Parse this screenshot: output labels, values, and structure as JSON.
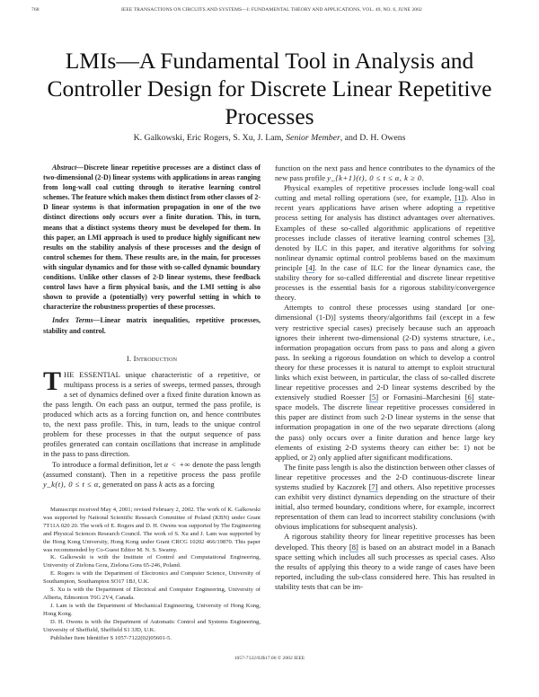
{
  "header": {
    "page_number": "768",
    "journal": "IEEE TRANSACTIONS ON CIRCUITS AND SYSTEMS—I: FUNDAMENTAL THEORY AND APPLICATIONS, VOL. 49, NO. 6, JUNE 2002"
  },
  "paper": {
    "title": "LMIs—A Fundamental Tool in Analysis and Controller Design for Discrete Linear Repetitive Processes",
    "authors_pre": "K. Galkowski, Eric Rogers, S. Xu, J. Lam, ",
    "authors_role": "Senior Member",
    "authors_post": ", and D. H. Owens"
  },
  "abstract": {
    "label": "Abstract—",
    "text": "Discrete linear repetitive processes are a distinct class of two-dimensional (2-D) linear systems with applications in areas ranging from long-wall coal cutting through to iterative learning control schemes. The feature which makes them distinct from other classes of 2-D linear systems is that information propagation in one of the two distinct directions only occurs over a finite duration. This, in turn, means that a distinct systems theory must be developed for them. In this paper, an LMI approach is used to produce highly significant new results on the stability analysis of these processes and the design of control schemes for them. These results are, in the main, for processes with singular dynamics and for those with so-called dynamic boundary conditions. Unlike other classes of 2-D linear systems, these feedback control laws have a firm physical basis, and the LMI setting is also shown to provide a (potentially) very powerful setting in which to characterize the robustness properties of these processes."
  },
  "index_terms": {
    "label": "Index Terms—",
    "text": "Linear matrix inequalities, repetitive processes, stability and control."
  },
  "section1": {
    "number": "I. ",
    "title": "Introduction",
    "dropcap": "T",
    "p1": "HE ESSENTIAL unique characteristic of a repetitive, or multipass process is a series of sweeps, termed passes, through a set of dynamics defined over a fixed finite duration known as the pass length. On each pass an output, termed the pass profile, is produced which acts as a forcing function on, and hence contributes to, the next pass profile. This, in turn, leads to the unique control problem for these processes in that the output sequence of pass profiles generated can contain oscillations that increase in amplitude in the pass to pass direction.",
    "p2a": "To introduce a formal definition, let ",
    "p2_math1": "α < +∞",
    "p2b": " denote the pass length (assumed constant). Then in a repetitive process the pass profile ",
    "p2_math2": "y_k(t), 0 ≤ t ≤ α",
    "p2c": ", generated on pass ",
    "p2_math3": "k",
    "p2d": " acts as a forcing"
  },
  "right_column": {
    "p0a": "function on the next pass and hence contributes to the dynamics of the new pass profile ",
    "p0_math": "y_{k+1}(t), 0 ≤ t ≤ α, k ≥ 0",
    "p0b": ".",
    "p1a": "Physical examples of repetitive processes include long-wall coal cutting and metal rolling operations (see, for example, ",
    "cite1": "[1]",
    "p1b": "). Also in recent years applications have arisen where adopting a repetitive process setting for analysis has distinct advantages over alternatives. Examples of these so-called algorithmic applications of repetitive processes include classes of iterative learning control schemes ",
    "cite3": "[3]",
    "p1c": ", denoted by ILC in this paper, and iterative algorithms for solving nonlinear dynamic optimal control problems based on the maximum principle ",
    "cite4": "[4]",
    "p1d": ". In the case of ILC for the linear dynamics case, the stability theory for so-called differential and discrete linear repetitive processes is the essential basis for a rigorous stability/convergence theory.",
    "p2a": "Attempts to control these processes using standard [or one-dimensional (1-D)] systems theory/algorithms fail (except in a few very restrictive special cases) precisely because such an approach ignores their inherent two-dimensional (2-D) systems structure, i.e., information propagation occurs from pass to pass and along a given pass. In seeking a rigorous foundation on which to develop a control theory for these processes it is natural to attempt to exploit structural links which exist between, in particular, the class of so-called discrete linear repetitive processes and 2-D linear systems described by the extensively studied Roesser ",
    "cite5": "[5]",
    "p2b": " or Fornasini–Marchesini ",
    "cite6": "[6]",
    "p2c": " state-space models. The discrete linear repetitive processes considered in this paper are distinct from such 2-D linear systems in the sense that information propagation in one of the two separate directions (along the pass) only occurs over a finite duration and hence large key elements of existing 2-D systems theory can either be: 1) not be applied, or 2) only applied after significant modifications.",
    "p3a": "The finite pass length is also the distinction between other classes of linear repetitive processes and the 2-D continuous-discrete linear systems studied by Kaczorek ",
    "cite7": "[7]",
    "p3b": " and others. Also repetitive processes can exhibit very distinct dynamics depending on the structure of their initial, also termed boundary, conditions where, for example, incorrect representation of them can lead to incorrect stability conclusions (with obvious implications for subsequent analysis).",
    "p4a": "A rigorous stability theory for linear repetitive processes has been developed. This theory ",
    "cite8": "[8]",
    "p4b": " is based on an abstract model in a Banach space setting which includes all such processes as special cases. Also the results of applying this theory to a wide range of cases have been reported, including the sub-class considered here. This has resulted in stability tests that can be im-"
  },
  "footnotes": [
    "Manuscript received May 4, 2001; revised February 2, 2002. The work of K. Galkowski was supported by National Scientific Research Committee of Poland (KBN) under Grant 7T11A 020 20. The work of E. Rogers and D. H. Owens was supported by The Engineering and Physical Sciences Research Council. The work of S. Xu and J. Lam was supported by the Hong Kong University, Hong Kong under Grant CRCG 10202 466/19870. This paper was recommended by Co-Guest Editor M. N. S. Swamy.",
    "K. Galkowski is with the Institute of Control and Computational Engineering, University of Zielona Gora, Zielona Gora 65-246, Poland.",
    "E. Rogers is with the Department of Electronics and Computer Science, University of Southampton, Southampton SO17 1BJ, U.K.",
    "S. Xu is with the Department of Electrical and Computer Engineering, University of Alberta, Edmonton T6G 2V4, Canada.",
    "J. Lam is with the Department of Mechanical Engineering, University of Hong Kong, Hong Kong.",
    "D. H. Owens is with the Department of Automatic Control and Systems Engineering, University of Sheffield, Sheffield S1 3JD, U.K.",
    "Publisher Item Identifier S 1057-7122(02)05601-5."
  ],
  "footer": {
    "copyright": "1057-7122/02$17.00 © 2002 IEEE"
  }
}
